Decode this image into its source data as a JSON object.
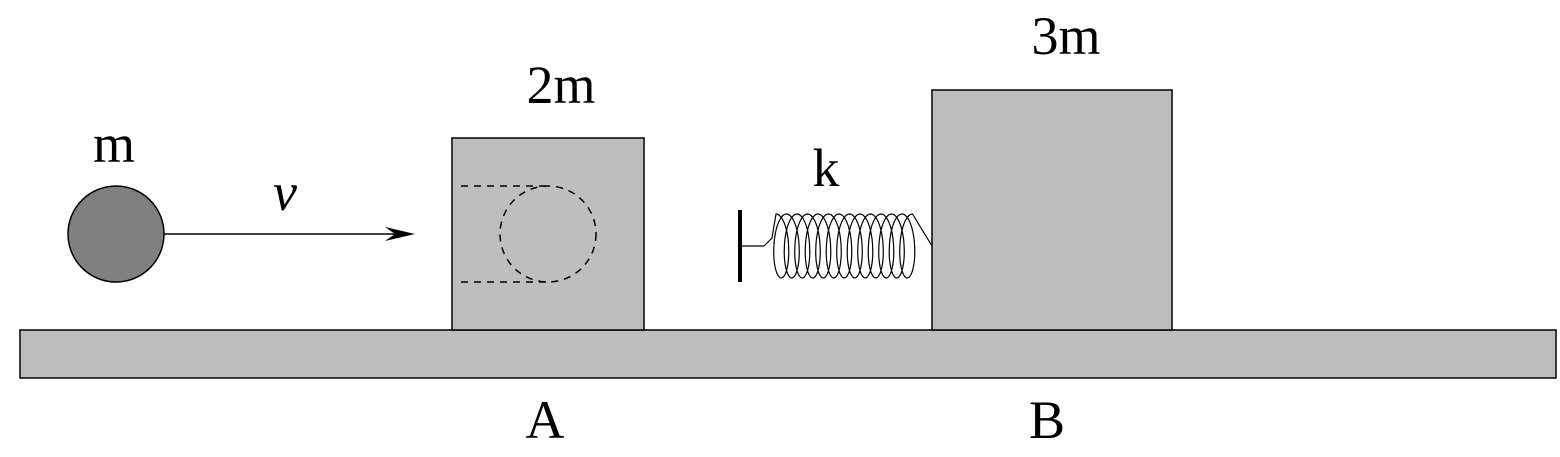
{
  "labels": {
    "ball_mass": "m",
    "velocity": "v",
    "block_a_mass": "2m",
    "block_b_mass": "3m",
    "spring_constant": "k",
    "block_a_name": "A",
    "block_b_name": "B"
  },
  "colors": {
    "block_fill": "#bebebe",
    "floor_fill": "#bebebe",
    "ball_fill": "#808080",
    "stroke": "#000000"
  }
}
